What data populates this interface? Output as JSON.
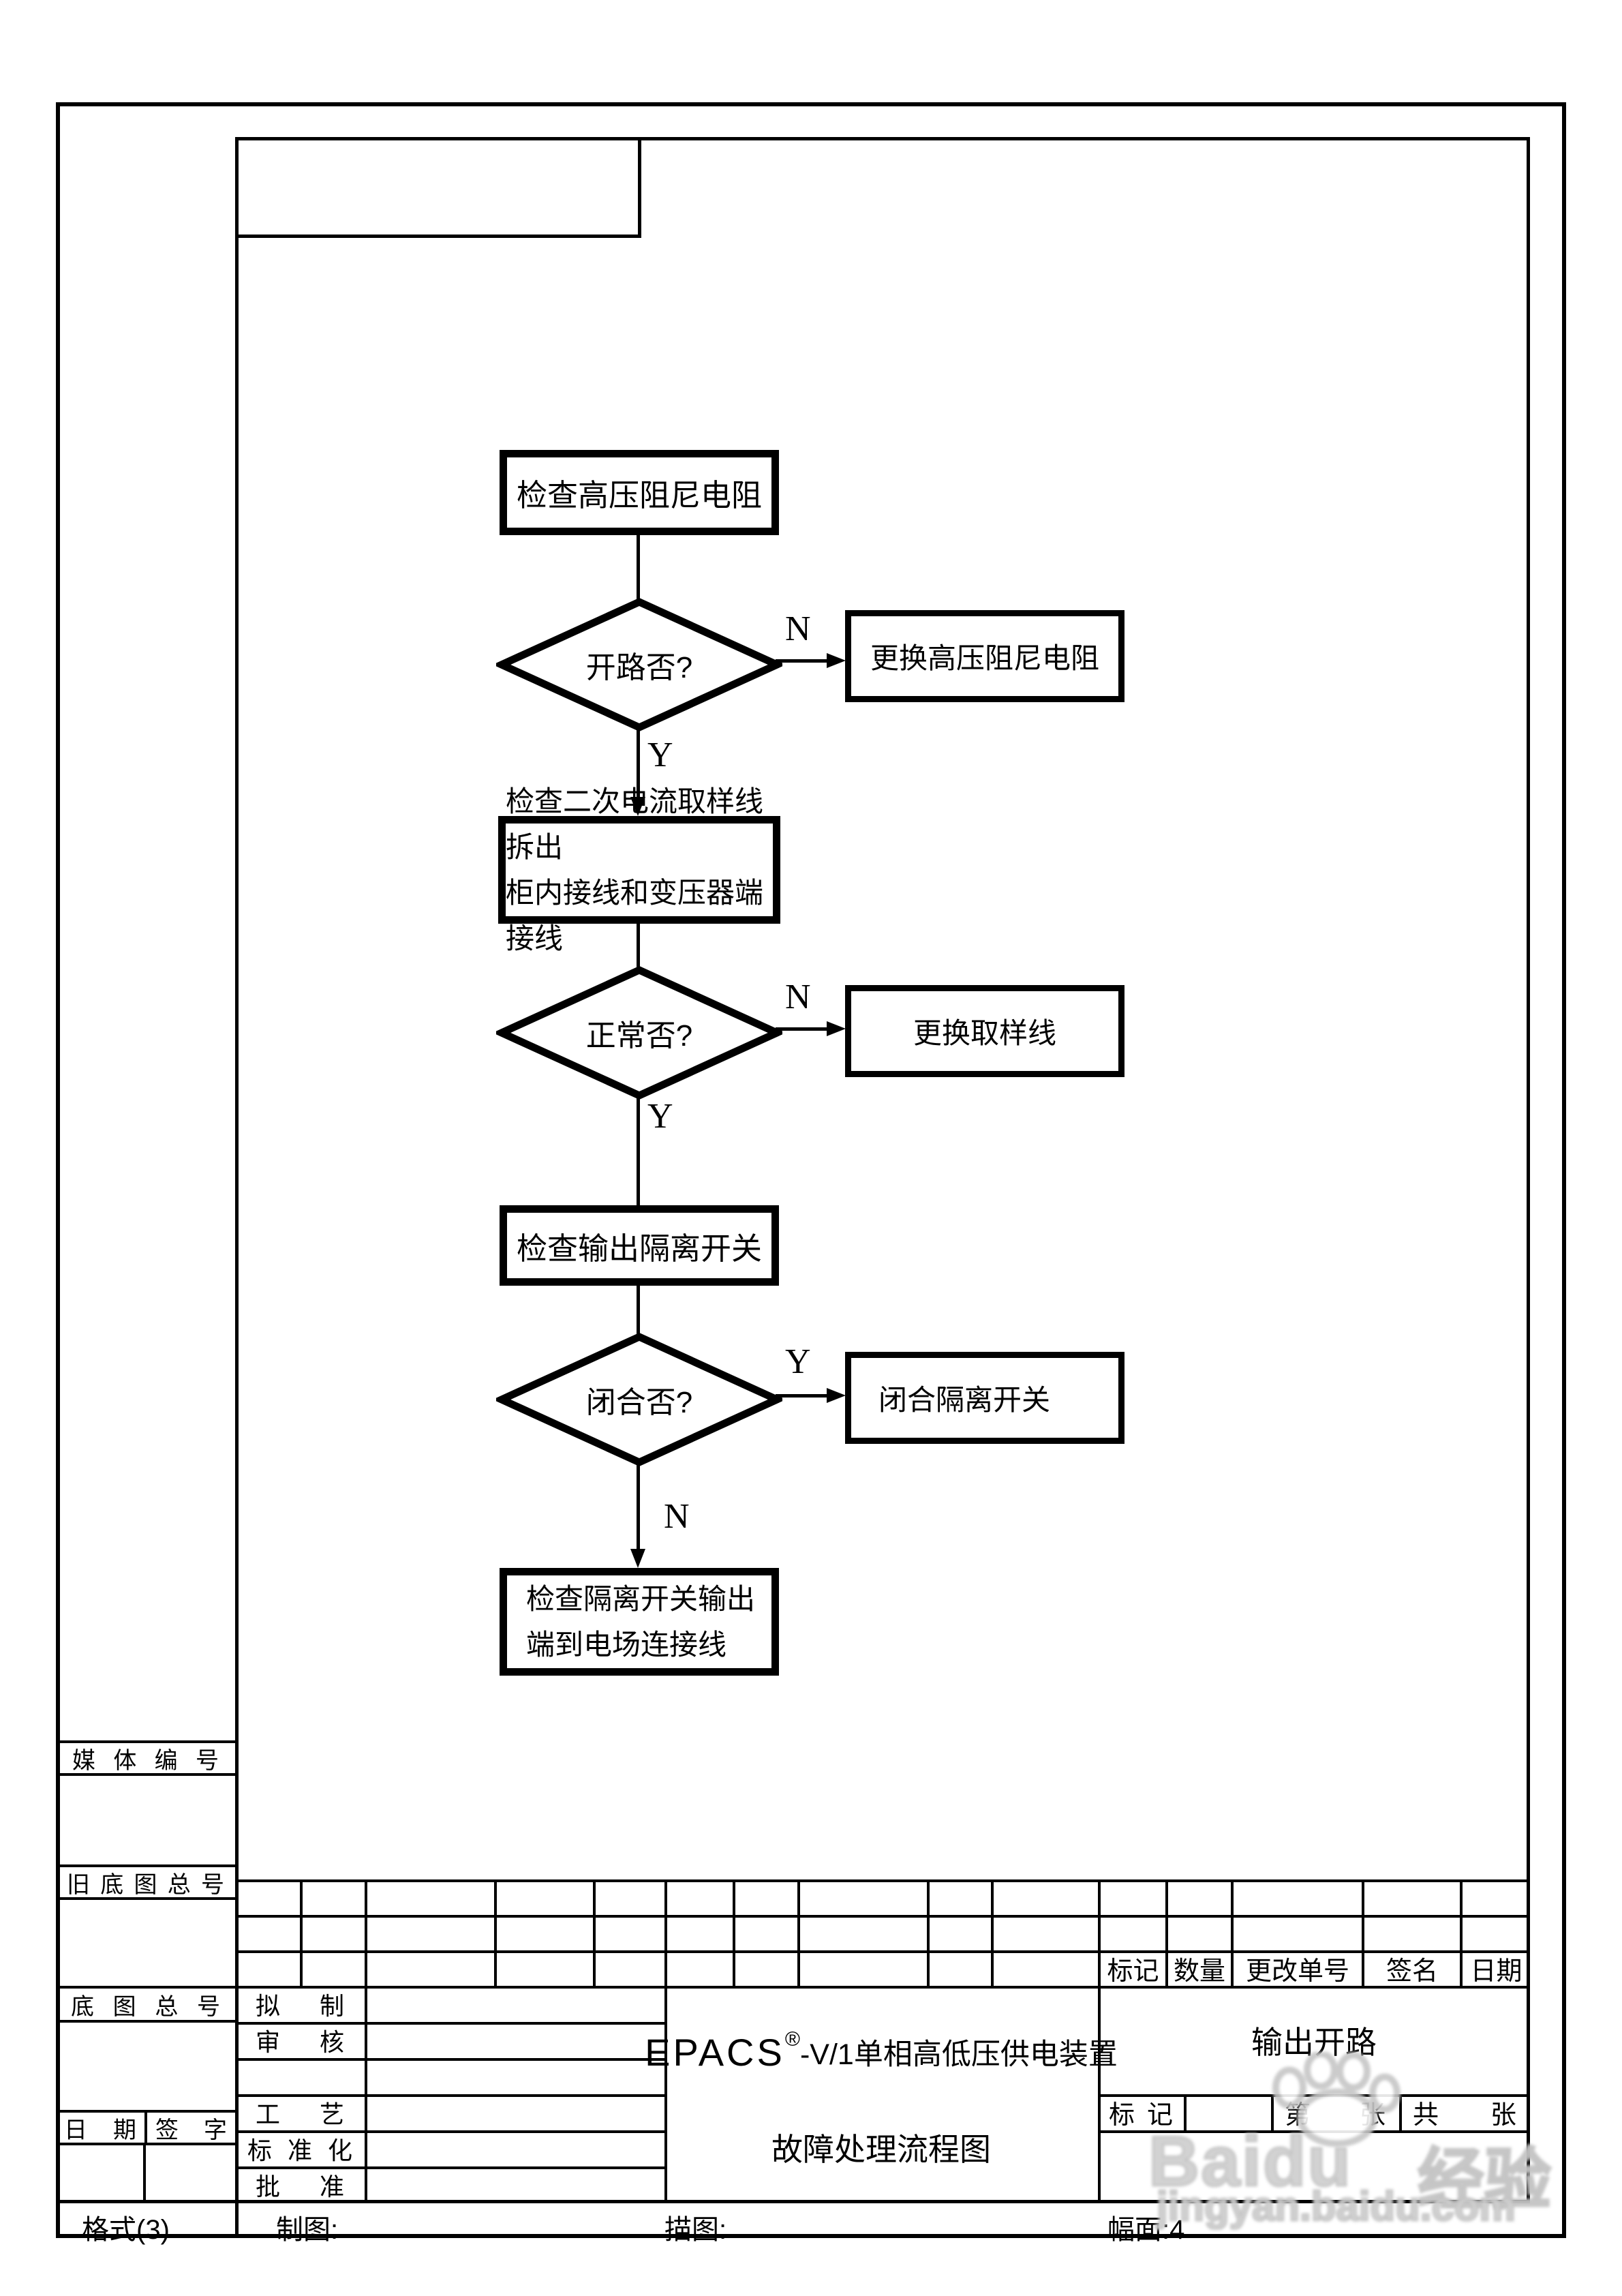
{
  "page": {
    "bg": "#ffffff",
    "ink": "#000000",
    "watermark_color": "#c6c6c6"
  },
  "flowchart": {
    "no_label": "N",
    "yes_label": "Y",
    "step1": "检查高压阻尼电阻",
    "decision1": "开路否?",
    "side1": "更换高压阻尼电阻",
    "step2_line1": "检查二次电流取样线拆出",
    "step2_line2": "柜内接线和变压器端接线",
    "decision2": "正常否?",
    "side2": "更换取样线",
    "step3": "检查输出隔离开关",
    "decision3": "闭合否?",
    "side3": "闭合隔离开关",
    "step4_line1": "检查隔离开关输出",
    "step4_line2": "端到电场连接线"
  },
  "margin": {
    "media_no": "媒体编号",
    "old_base_no": "旧底图总号",
    "base_no": "底图总号",
    "date": "日期",
    "sign": "签字",
    "format": "格式(3)",
    "draw": "制图:",
    "trace": "描图:",
    "size": "幅面:4"
  },
  "title_block": {
    "rev_mark": "标记",
    "rev_qty": "数量",
    "rev_doc": "更改单号",
    "rev_sign": "签名",
    "rev_date": "日期",
    "staff_1": "拟制",
    "staff_2": "审核",
    "staff_3": "工艺",
    "staff_4": "标准化",
    "staff_5": "批准",
    "title_latin": "EPACS",
    "title_reg": "®",
    "title_rest": "-V/1单相高低压供电装置",
    "title_line2": "故障处理流程图",
    "product": "输出开路",
    "mark_left": "标",
    "mark_right": "记",
    "page_left": "第",
    "page_right": "张",
    "total_left": "共",
    "total_right": "张"
  },
  "watermark": {
    "brand": "Baidu",
    "brand_cn": "经验",
    "site": "jingyan.baidu.com"
  }
}
